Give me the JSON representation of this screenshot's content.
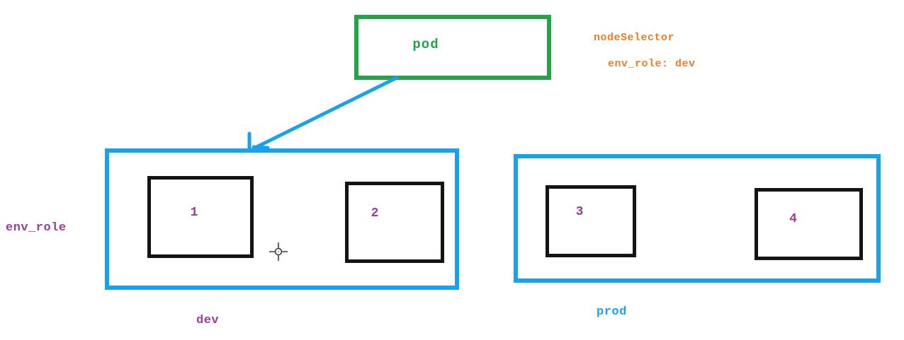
{
  "pod": {
    "label": "pod"
  },
  "annotation": {
    "line1": "nodeSelector",
    "line2": "env_role: dev"
  },
  "env_role_label": "env_role",
  "clusters": [
    {
      "name": "dev",
      "nodes": [
        "1",
        "2"
      ]
    },
    {
      "name": "prod",
      "nodes": [
        "3",
        "4"
      ]
    }
  ],
  "colors": {
    "blue": "#18a2ec",
    "green": "#26a248",
    "orange": "#ea7d26",
    "purple": "#9a3d9a",
    "node_border": "#141414",
    "cursor": "#3c3c3c"
  }
}
